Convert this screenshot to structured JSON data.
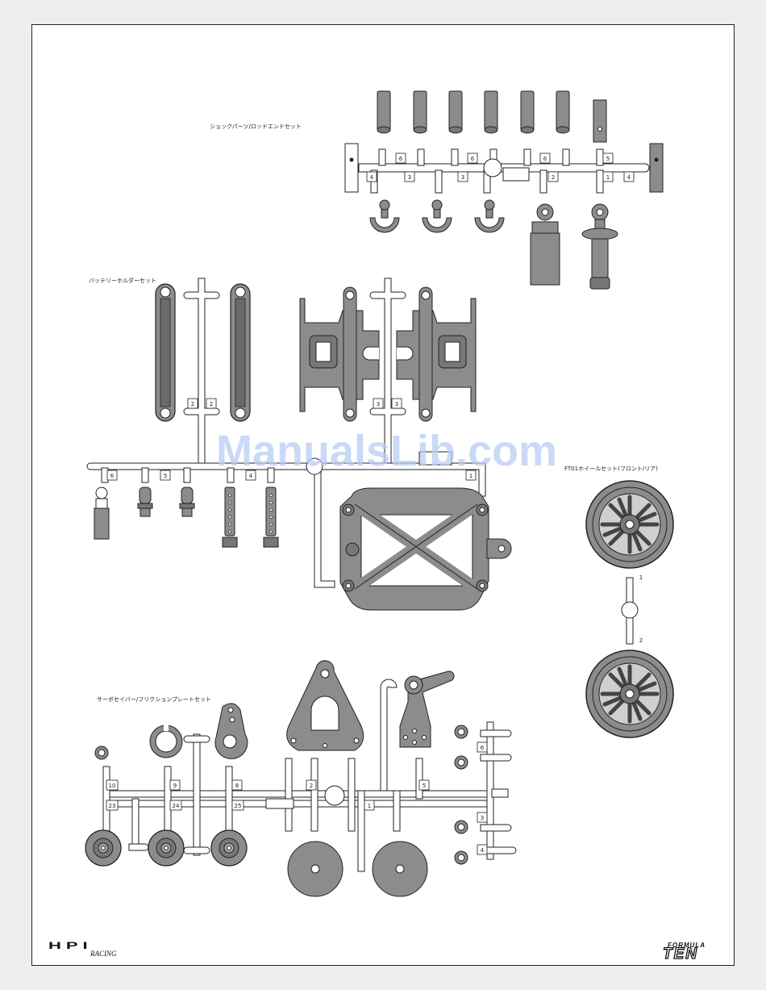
{
  "labels": {
    "shock_parts": "ショックパーツ/ロッドエンドセット",
    "battery_holder": "バッテリーホルダーセット",
    "wheel_set": "FT01ホイールセット(フロント/リア)",
    "servo_saver": "サーボセイバー/フリクションプレートセット"
  },
  "watermark": "ManualsLib.com",
  "logos": {
    "hpi": "HPI",
    "hpi_sub": "RACING",
    "formula": "FORMULA",
    "ten": "TEN"
  },
  "part_numbers": {
    "shock": [
      "6",
      "6",
      "6",
      "5",
      "4",
      "3",
      "3",
      "2",
      "1",
      "4"
    ],
    "battery": [
      "2",
      "2",
      "3",
      "3",
      "6",
      "5",
      "4",
      "1"
    ],
    "wheel": [
      "1",
      "2"
    ],
    "servo": [
      "10",
      "9",
      "8",
      "2",
      "5",
      "6",
      "23",
      "24",
      "25",
      "1",
      "3",
      "4"
    ]
  },
  "colors": {
    "part_fill": "#8c8c8c",
    "part_dark": "#555555",
    "outline": "#222222",
    "watermark": "#b9cdf3"
  }
}
